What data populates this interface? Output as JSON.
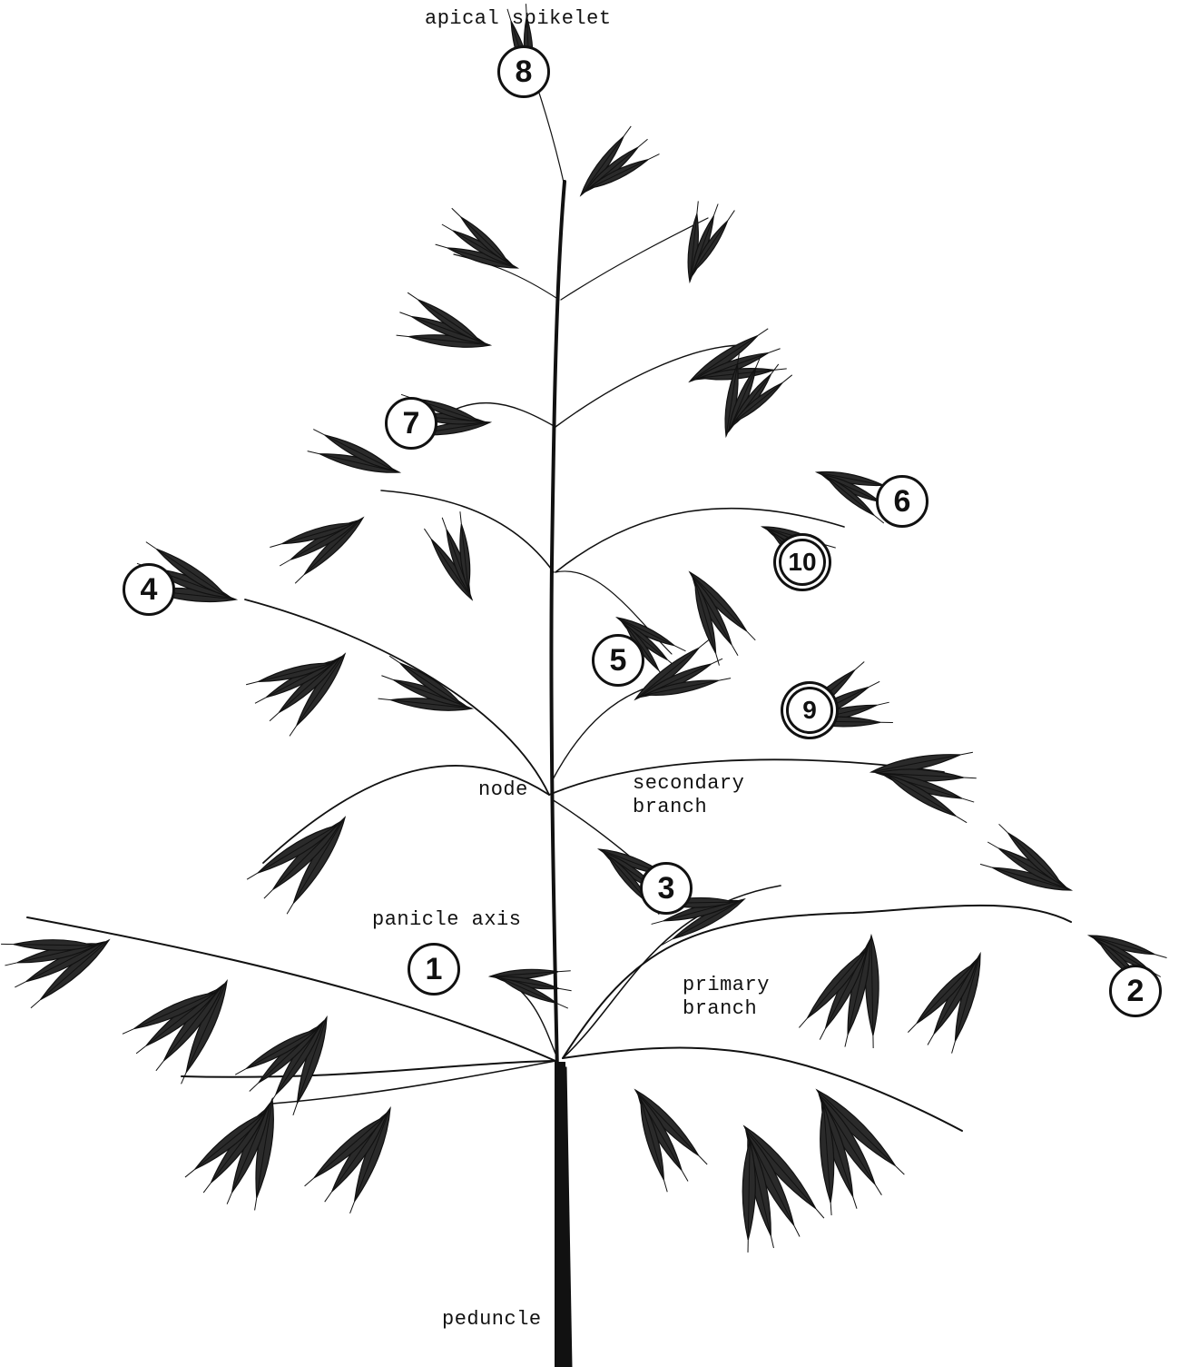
{
  "diagram": {
    "labels": {
      "apical_spikelet": "apical spikelet",
      "node": "node",
      "secondary_branch": "secondary\nbranch",
      "panicle_axis": "panicle axis",
      "primary_branch": "primary\nbranch",
      "peduncle": "peduncle"
    },
    "spikelet_numbers": [
      "1",
      "2",
      "3",
      "4",
      "5",
      "6",
      "7",
      "8",
      "9",
      "10"
    ],
    "colors": {
      "ink": "#111111",
      "paper": "#ffffff"
    }
  }
}
